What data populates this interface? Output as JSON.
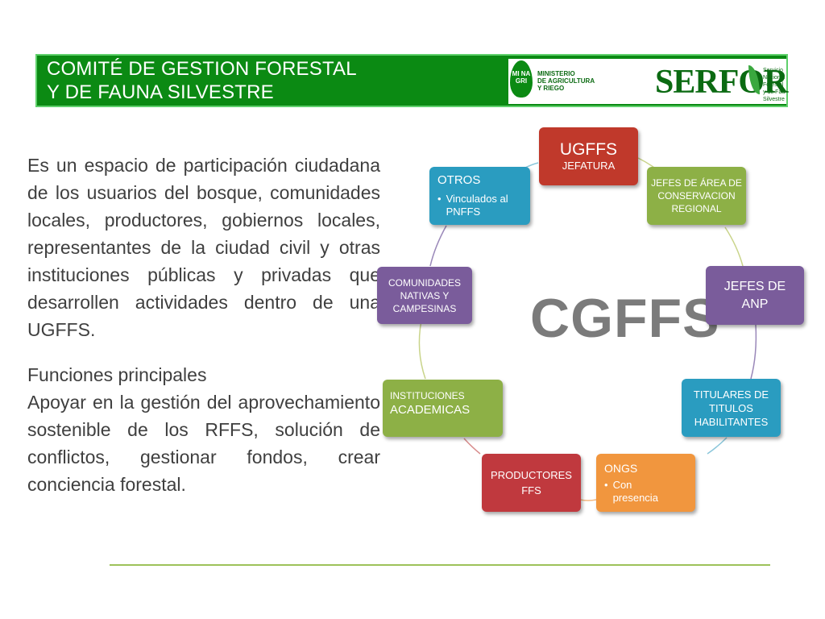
{
  "header": {
    "title_line1": "COMITÉ DE GESTION FORESTAL",
    "title_line2": "Y DE FAUNA SILVESTRE",
    "minagri": {
      "drop_text": "MI NA GRI",
      "line1": "MINISTERIO",
      "line2": "DE AGRICULTURA",
      "line3": "Y RIEGO"
    },
    "serfor": {
      "word": "SERFOR",
      "line1": "Servicio",
      "line2": "Nacional",
      "line3": "Forestal",
      "line4": "y de Fauna",
      "line5": "Silvestre"
    }
  },
  "body": {
    "paragraph1": "Es un espacio de participación ciudadana de los usuarios del bosque, comunidades locales, productores, gobiernos locales, representantes de la ciudad civil y otras instituciones públicas y privadas que desarrollen actividades dentro de una UGFFS.",
    "subheading": "Funciones principales",
    "paragraph2": "Apoyar en la gestión del aprovechamiento sostenible de los RFFS, solución de conflictos, gestionar fondos, crear conciencia forestal."
  },
  "diagram": {
    "center": "CGFFS",
    "nodes": {
      "ugffs": {
        "title": "UGFFS",
        "subtitle": "JEFATURA",
        "color": "#c0392b"
      },
      "jefes_area": {
        "text": "JEFES DE ÁREA DE CONSERVACION REGIONAL",
        "color": "#8db046"
      },
      "jefes_anp": {
        "text": "JEFES DE ANP",
        "color": "#7a5c9b"
      },
      "titulares": {
        "text": "TITULARES DE TITULOS HABILITANTES",
        "color": "#2a9cc0"
      },
      "ongs": {
        "title": "ONGS",
        "bullet": "Con presencia",
        "color": "#f1963e"
      },
      "productores": {
        "text": "PRODUCTORES FFS",
        "color": "#c0393e"
      },
      "instituciones": {
        "line1": "INSTITUCIONES",
        "line2": "ACADEMICAS",
        "color": "#8db046"
      },
      "comunidades": {
        "text": "COMUNIDADES NATIVAS Y CAMPESINAS",
        "color": "#7a5c9b"
      },
      "otros": {
        "title": "OTROS",
        "bullet": "Vinculados al PNFFS",
        "color": "#2a9cc0"
      }
    }
  }
}
